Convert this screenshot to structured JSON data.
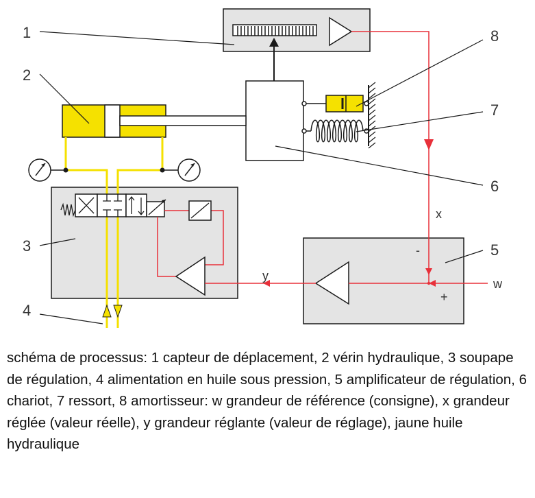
{
  "labels": {
    "n1": "1",
    "n2": "2",
    "n3": "3",
    "n4": "4",
    "n5": "5",
    "n6": "6",
    "n7": "7",
    "n8": "8",
    "x": "x",
    "y": "y",
    "w": "w",
    "minus": "-",
    "plus": "+"
  },
  "caption": "schéma de processus: 1 capteur de déplacement, 2 vérin hydraulique, 3 soupape de régulation, 4 alimentation en huile sous pression, 5 amplificateur de régulation, 6 chariot, 7 ressort, 8 amortisseur: w grandeur de référence (consigne), x grandeur réglée (valeur réelle), y grandeur réglante (valeur de réglage), jaune huile hydraulique",
  "colors": {
    "oil": "#f5e100",
    "signal": "#e8303a",
    "box": "#e4e4e4",
    "stroke": "#1a1a1a"
  }
}
